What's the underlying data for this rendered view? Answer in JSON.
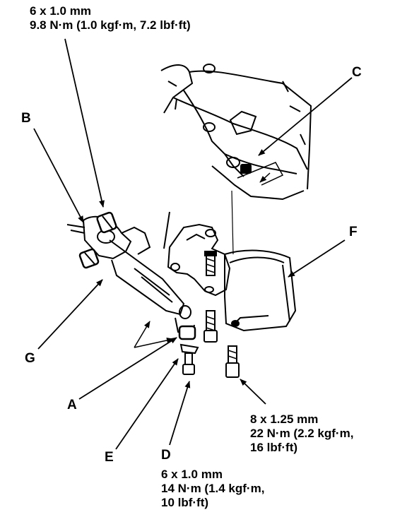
{
  "callouts": {
    "a": "A",
    "b": "B",
    "c": "C",
    "d": "D",
    "e": "E",
    "f": "F",
    "g": "G"
  },
  "specs": {
    "top": {
      "size": "6 x 1.0 mm",
      "torque": "9.8 N·m (1.0 kgf·m, 7.2 lbf·ft)"
    },
    "right": {
      "size": "8 x 1.25 mm",
      "torque_line1": "22 N·m (2.2 kgf·m,",
      "torque_line2": "16 lbf·ft)"
    },
    "bottom": {
      "size": "6 x 1.0 mm",
      "torque_line1": "14 N·m (1.4 kgf·m,",
      "torque_line2": "10 lbf·ft)"
    }
  }
}
